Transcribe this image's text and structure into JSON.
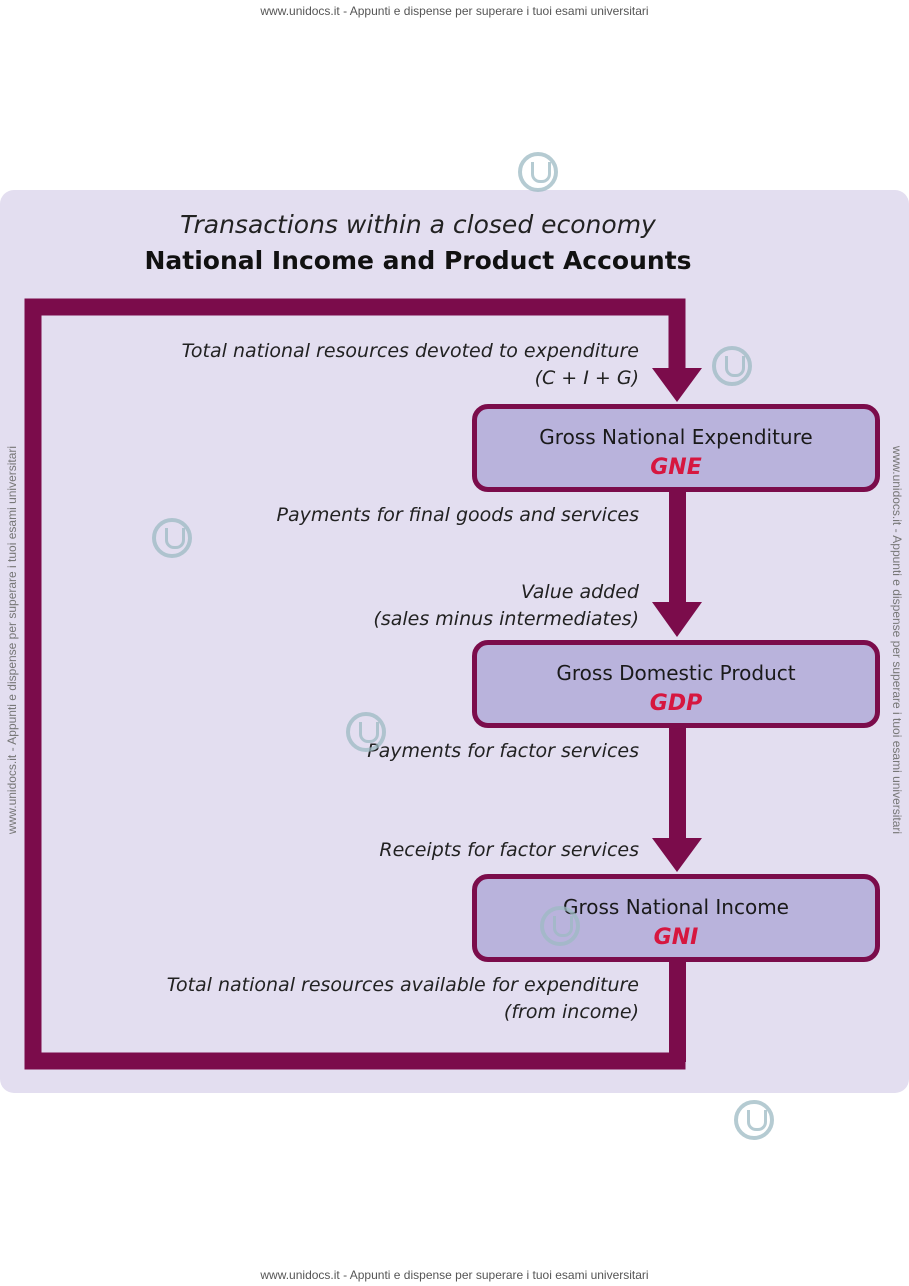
{
  "watermark": {
    "top": "www.unidocs.it - Appunti e dispense per superare i tuoi esami universitari",
    "bottom": "www.unidocs.it - Appunti e dispense per superare i tuoi esami universitari",
    "left": "www.unidocs.it - Appunti e dispense per superare i tuoi esami universitari",
    "right": "www.unidocs.it - Appunti e dispense per superare i tuoi esami universitari"
  },
  "diagram": {
    "title": "Transactions within a closed economy",
    "subtitle": "National Income and Product Accounts",
    "boxes": [
      {
        "name": "Gross National Expenditure",
        "abbr": "GNE"
      },
      {
        "name": "Gross Domestic Product",
        "abbr": "GDP"
      },
      {
        "name": "Gross National Income",
        "abbr": "GNI"
      }
    ],
    "labels": {
      "into_gne_1": "Total national resources devoted to expenditure",
      "into_gne_2": "(C + I + G)",
      "from_gne": "Payments for final goods and services",
      "into_gdp_1": "Value added",
      "into_gdp_2": "(sales minus intermediates)",
      "from_gdp": "Payments for factor services",
      "into_gni": "Receipts for factor services",
      "from_gni_1": "Total national resources available for expenditure",
      "from_gni_2": "(from income)"
    },
    "colors": {
      "flow": "#7b0c4b",
      "box_fill": "#b9b3dc",
      "panel": "#e3def0",
      "abbr": "#d6173f"
    }
  }
}
